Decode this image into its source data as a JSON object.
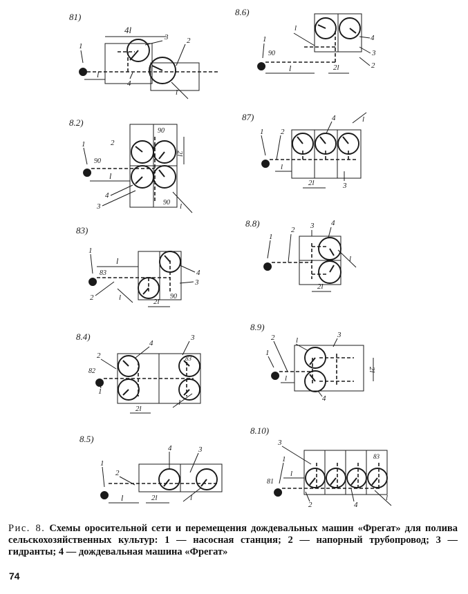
{
  "panels": [
    {
      "id": "8.1",
      "label": "81)",
      "dims": [
        "4l",
        "l",
        "l"
      ],
      "callouts": [
        "1",
        "3",
        "2",
        "4"
      ]
    },
    {
      "id": "8.6",
      "label": "8.6)",
      "dims": [
        "l",
        "2l",
        "l"
      ],
      "callouts": [
        "1",
        "4",
        "3",
        "2"
      ],
      "station": "90"
    },
    {
      "id": "8.2",
      "label": "8.2)",
      "dims": [
        "l",
        "2l",
        "l"
      ],
      "callouts": [
        "1",
        "2",
        "3",
        "4"
      ],
      "station": "90",
      "tags": [
        "90",
        "90"
      ]
    },
    {
      "id": "8.7",
      "label": "87)",
      "dims": [
        "l",
        "2l",
        "l"
      ],
      "callouts": [
        "1",
        "2",
        "3",
        "4"
      ]
    },
    {
      "id": "8.3",
      "label": "83)",
      "dims": [
        "l",
        "2l",
        "l"
      ],
      "callouts": [
        "1",
        "2",
        "3",
        "4"
      ],
      "station": "83",
      "tags": [
        "90"
      ]
    },
    {
      "id": "8.8",
      "label": "8.8)",
      "dims": [
        "2l",
        "l"
      ],
      "callouts": [
        "1",
        "2",
        "3",
        "4"
      ]
    },
    {
      "id": "8.4",
      "label": "8.4)",
      "dims": [
        "2l",
        "l"
      ],
      "callouts": [
        "1",
        "2",
        "3",
        "4"
      ],
      "station": "82",
      "tags": [
        "83"
      ]
    },
    {
      "id": "8.9",
      "label": "8.9)",
      "dims": [
        "l",
        "2l",
        "l"
      ],
      "callouts": [
        "1",
        "2",
        "3",
        "4"
      ]
    },
    {
      "id": "8.5",
      "label": "8.5)",
      "dims": [
        "l",
        "2l",
        "l"
      ],
      "callouts": [
        "1",
        "2",
        "3",
        "4"
      ]
    },
    {
      "id": "8.10",
      "label": "8.10)",
      "dims": [
        "l",
        "l"
      ],
      "callouts": [
        "1",
        "2",
        "3",
        "4"
      ],
      "station": "81",
      "tags": [
        "83"
      ]
    }
  ],
  "caption": {
    "label": "Рис. 8.",
    "text": "Схемы оросительной сети и перемещения дождевальных машин «Фрегат» для полива сельскохозяйственных культур: 1 — насосная станция; 2 — напорный трубопровод; 3 — гидранты; 4 — дождевальная машина «Фрегат»"
  },
  "page_number": "74"
}
